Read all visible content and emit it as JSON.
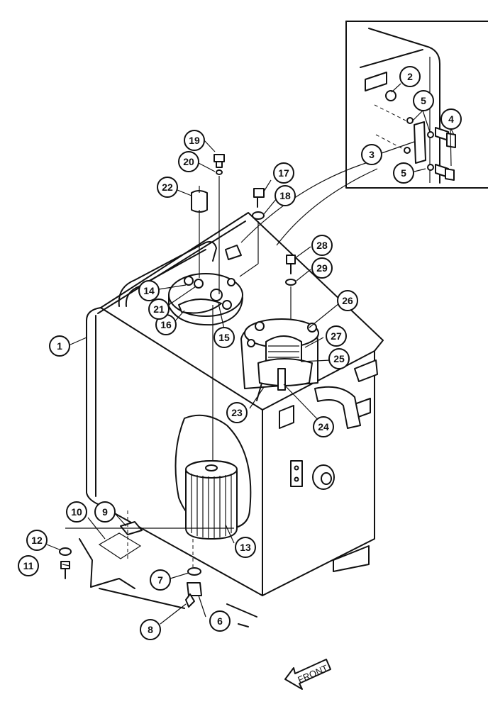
{
  "callouts": [
    {
      "label": "1"
    },
    {
      "label": "2"
    },
    {
      "label": "3"
    },
    {
      "label": "4"
    },
    {
      "label": "5"
    },
    {
      "label": "5"
    },
    {
      "label": "6"
    },
    {
      "label": "7"
    },
    {
      "label": "8"
    },
    {
      "label": "9"
    },
    {
      "label": "10"
    },
    {
      "label": "11"
    },
    {
      "label": "12"
    },
    {
      "label": "13"
    },
    {
      "label": "14"
    },
    {
      "label": "15"
    },
    {
      "label": "16"
    },
    {
      "label": "17"
    },
    {
      "label": "18"
    },
    {
      "label": "19"
    },
    {
      "label": "20"
    },
    {
      "label": "21"
    },
    {
      "label": "22"
    },
    {
      "label": "23"
    },
    {
      "label": "24"
    },
    {
      "label": "25"
    },
    {
      "label": "26"
    },
    {
      "label": "27"
    },
    {
      "label": "28"
    },
    {
      "label": "29"
    }
  ],
  "front_label": "FRONT"
}
